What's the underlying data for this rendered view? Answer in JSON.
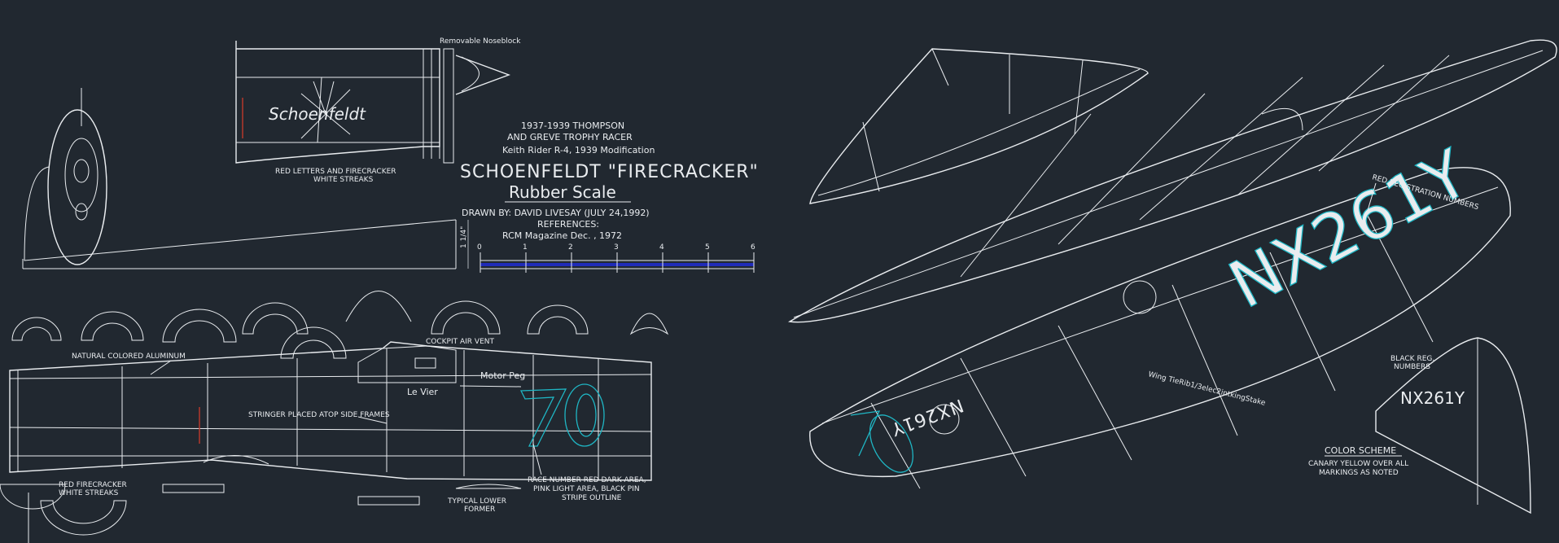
{
  "titles": {
    "line1": "1937-1939 THOMPSON",
    "line2": "AND GREVE TROPHY RACER",
    "line3": "Keith Rider R-4, 1939 Modification",
    "main": "SCHOENFELDT  \"FIRECRACKER\"",
    "sub": "Rubber Scale",
    "drawn_by": "DRAWN BY: DAVID LIVESAY (JULY 24,1992)",
    "references": "REFERENCES:",
    "ref1": "RCM Magazine  Dec. , 1972"
  },
  "scale_bar": {
    "ticks": [
      "0",
      "1",
      "2",
      "3",
      "4",
      "5",
      "6"
    ]
  },
  "labels": {
    "removable_noseblock": "Removable Noseblock",
    "schoenfeldt_logo": "Schoenfeldt",
    "red_letters": "RED LETTERS AND FIRECRACKER",
    "white_streaks": "WHITE STREAKS",
    "dimension": "1 1/4\"",
    "natural_aluminum": "NATURAL COLORED ALUMINUM",
    "cockpit_air_vent": "COCKPIT AIR VENT",
    "motor_peg": "Motor Peg",
    "le_vier": "Le Vier",
    "race_number": "70",
    "stringer": "STRINGER PLACED ATOP SIDE FRAMES",
    "red_firecracker": "RED FIRECRACKER",
    "white_streaks_2": "WHITE STREAKS",
    "typical_lower": "TYPICAL LOWER",
    "former": "FORMER",
    "race_number_note_1": "RACE NUMBER RED DARK AREA,",
    "race_number_note_2": "PINK LIGHT AREA, BLACK PIN",
    "race_number_note_3": "STRIPE OUTLINE",
    "red_registration": "RED REGISTRATION NUMBERS",
    "registration": "NX261Y",
    "wing_note": "Wing TieRib1/3elec2intkingStake",
    "black_reg_1": "BLACK REG.",
    "black_reg_2": "NUMBERS",
    "tail_reg": "NX261Y",
    "color_scheme": "COLOR SCHEME",
    "color_scheme_1": "CANARY YELLOW OVER ALL",
    "color_scheme_2": "MARKINGS AS NOTED",
    "wing_under_reg": "NX261Y"
  },
  "colors": {
    "background": "#212830",
    "linework": "#e9ecef",
    "cyan": "#1fb6c4",
    "red": "#c0392b",
    "blue": "#1f2bb8"
  }
}
